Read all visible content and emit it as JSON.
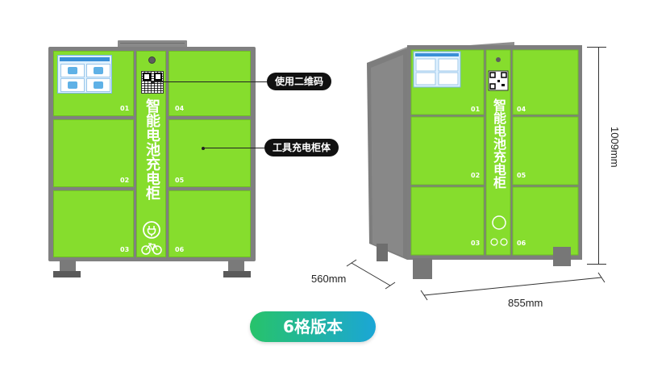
{
  "cabinet": {
    "vertical_label": "智能电池充电柜",
    "door_numbers": [
      "01",
      "02",
      "03",
      "04",
      "05",
      "06"
    ]
  },
  "callouts": {
    "qr_label": "使用二维码",
    "cabinet_label": "工具充电柜体"
  },
  "dimensions": {
    "height": "1009mm",
    "depth": "560mm",
    "width": "855mm"
  },
  "version_badge": "6格版本",
  "colors": {
    "door_green": "#86dd2d",
    "frame_gray": "#808080",
    "badge_start": "#27c36a",
    "badge_end": "#1ba6d6"
  },
  "icons": [
    "charging-plug-icon",
    "bicycle-icon",
    "qr-code",
    "lock-icon"
  ]
}
